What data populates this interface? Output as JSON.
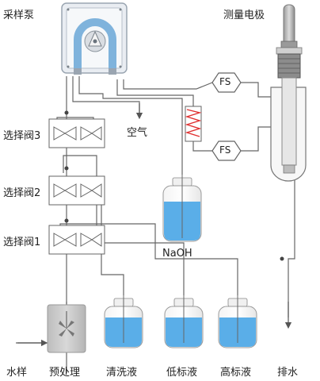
{
  "labels": {
    "pump": "采样泵",
    "electrode": "测量电极",
    "valve3": "选择阀3",
    "valve2": "选择阀2",
    "valve1": "选择阀1",
    "air": "空气",
    "naoh": "NaOH",
    "fs_top": "FS",
    "fs_bottom": "FS",
    "water_sample": "水样",
    "pretreatment": "预处理",
    "cleaning": "清洗液",
    "low_std": "低标液",
    "high_std": "高标液",
    "drain": "排水"
  },
  "colors": {
    "line": "#666666",
    "liquid": "#5aaee8",
    "pump_blue": "#7fb3dc",
    "coil": "#e03030",
    "tank": "#c8c8c8"
  }
}
